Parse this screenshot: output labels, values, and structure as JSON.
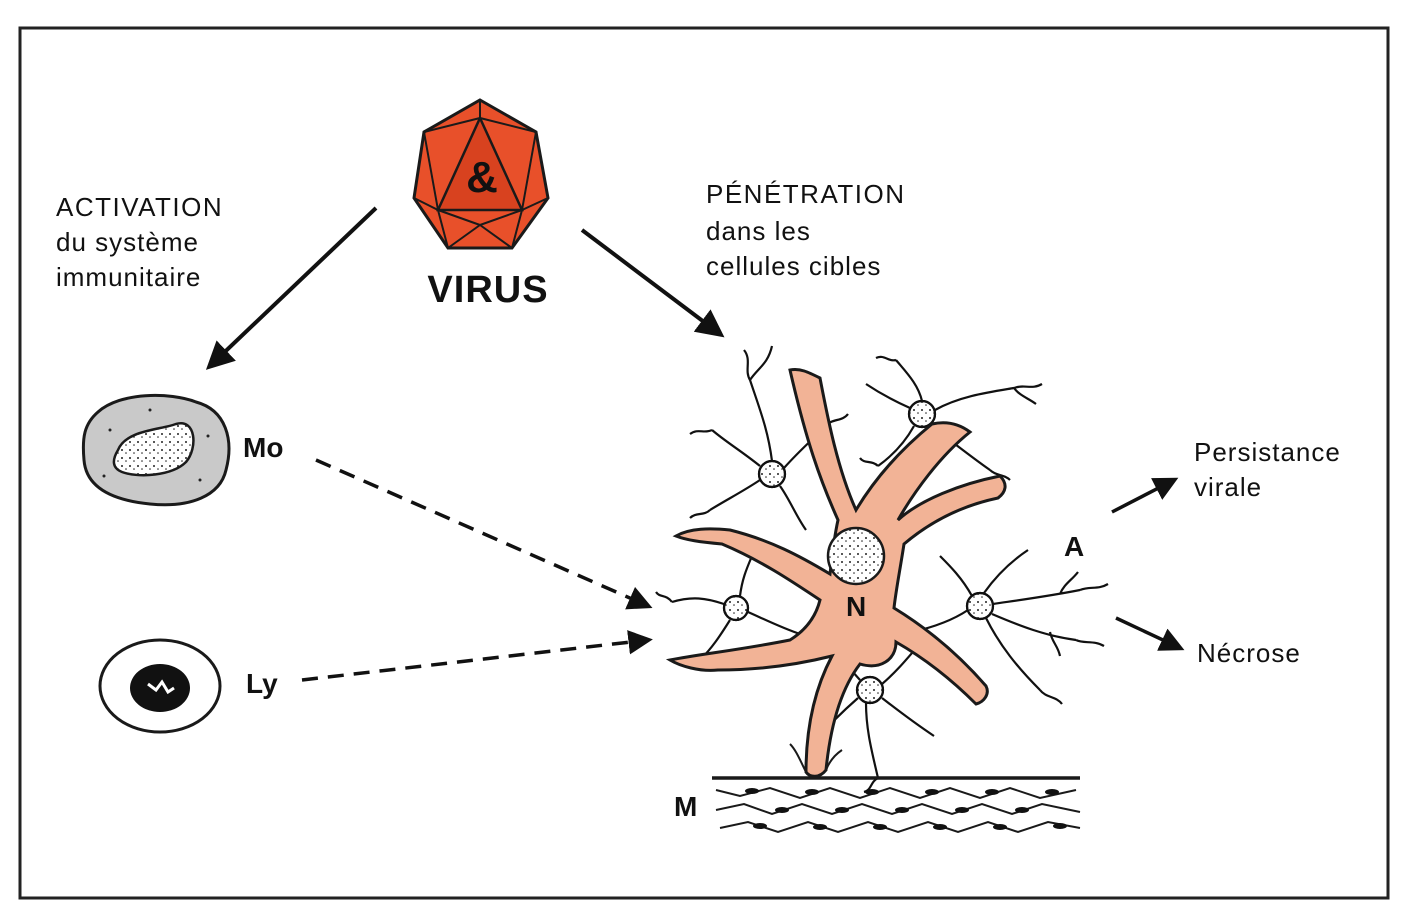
{
  "virus": {
    "label": "VIRUS",
    "symbol": "&"
  },
  "activation": {
    "title": "ACTIVATION",
    "line2": "du système",
    "line3": "immunitaire"
  },
  "penetration": {
    "title": "PÉNÉTRATION",
    "line2": "dans les",
    "line3": "cellules cibles"
  },
  "cells": {
    "monocyte": "Mo",
    "lymphocyte": "Ly",
    "neuron": "N",
    "astrocyte": "A",
    "meninges": "M"
  },
  "outcomes": {
    "persistance_line1": "Persistance",
    "persistance_line2": "virale",
    "necrose": "Nécrose"
  },
  "colors": {
    "virus_fill": "#e8502a",
    "virus_stroke": "#1a1a1a",
    "neuron_fill": "#f2b396",
    "monocyte_fill": "#c9c9c9",
    "ink": "#111111",
    "frame": "#222222"
  }
}
